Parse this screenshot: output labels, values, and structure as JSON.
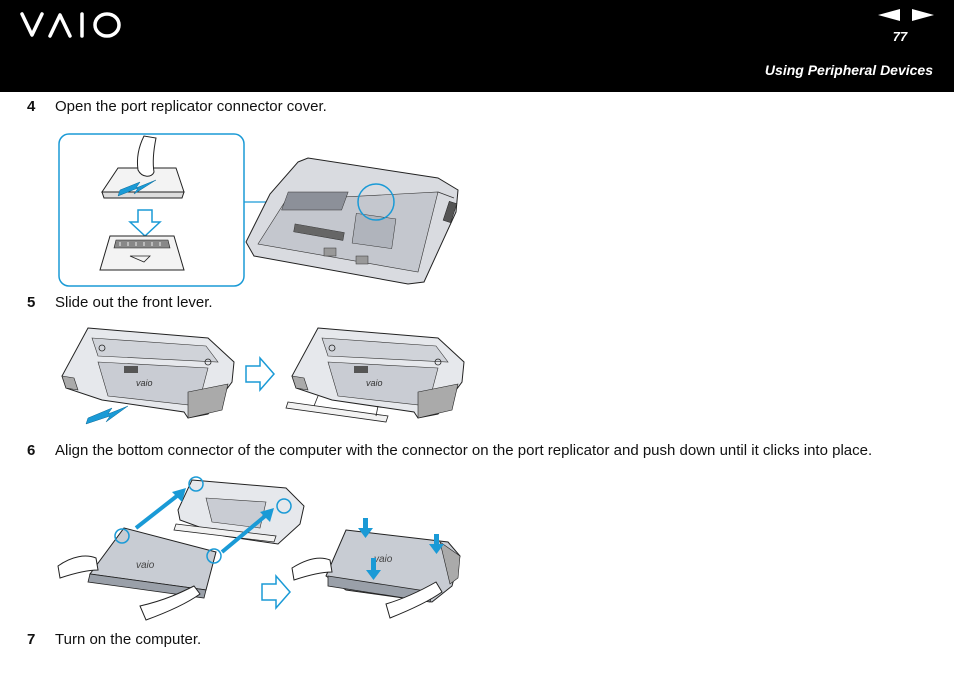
{
  "header": {
    "brand": "VAIO",
    "page_number": "77",
    "section_title": "Using Peripheral Devices",
    "nav_prev_icon": "triangle-left-icon",
    "nav_next_icon": "triangle-right-icon"
  },
  "steps": [
    {
      "number": "4",
      "text": "Open the port replicator connector cover."
    },
    {
      "number": "5",
      "text": "Slide out the front lever."
    },
    {
      "number": "6",
      "text": "Align the bottom connector of the computer with the connector on the port replicator and push down until it clicks into place."
    },
    {
      "number": "7",
      "text": "Turn on the computer."
    }
  ],
  "figure_logos": {
    "replicator": "vaio",
    "laptop_lid": "vaio"
  },
  "colors": {
    "header_bg": "#000000",
    "accent": "#1a9ad6",
    "arrow_outline": "#1a9ad6"
  }
}
